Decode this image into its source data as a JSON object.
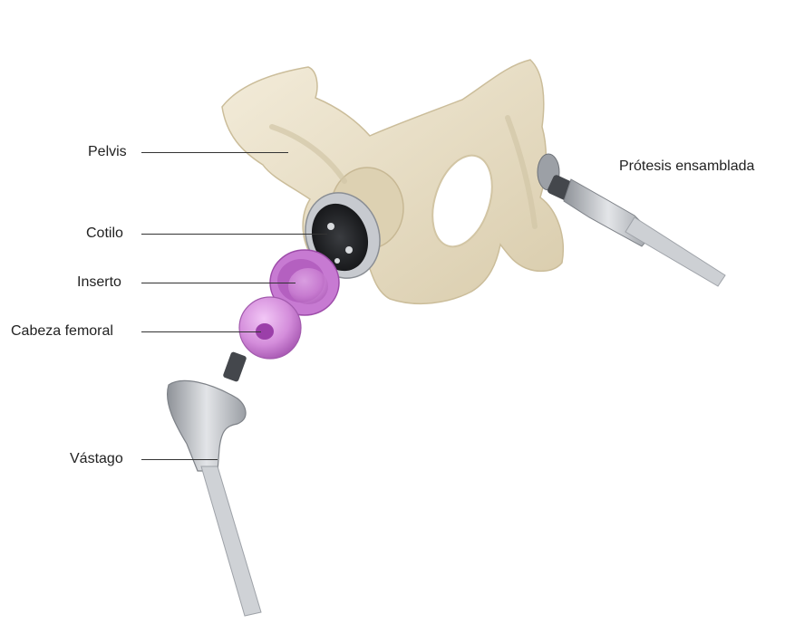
{
  "labels": {
    "pelvis": "Pelvis",
    "cotilo": "Cotilo",
    "inserto": "Inserto",
    "cabeza_femoral": "Cabeza femoral",
    "vastago": "Vástago",
    "protesis_ensamblada": "Prótesis ensamblada"
  },
  "colors": {
    "bone": "#ece4cf",
    "bone_shadow": "#cfc3a3",
    "metal": "#b9bcc2",
    "metal_dark": "#55585e",
    "polymer_pink": "#cc7ed6",
    "polymer_pink_dark": "#a64fb3",
    "leader_line": "#333333",
    "text": "#222222"
  }
}
